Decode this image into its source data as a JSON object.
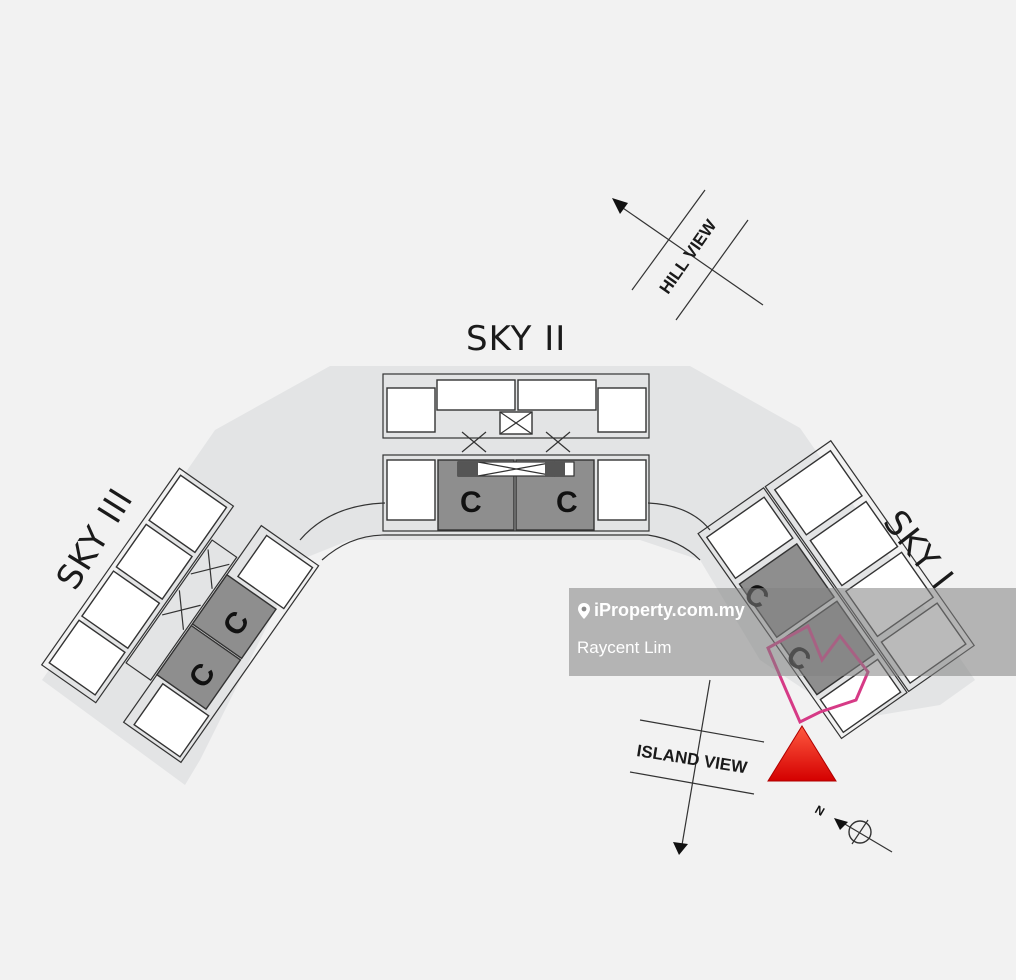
{
  "towers": {
    "sky_ii": "SKY II",
    "sky_iii": "SKY III",
    "sky_i": "SKY I"
  },
  "views": {
    "hill": "HILL VIEW",
    "island": "ISLAND VIEW"
  },
  "units": {
    "sky_ii_left": "C",
    "sky_ii_right": "C",
    "sky_iii_upper": "C",
    "sky_iii_lower": "C",
    "sky_i_upper": "C",
    "sky_i_lower": "C"
  },
  "compass": {
    "north": "N"
  },
  "marker": {
    "color": "#e8120c",
    "highlight_color": "#d63a86"
  },
  "watermark": {
    "brand": "iProperty.com.my",
    "agent": "Raycent Lim"
  }
}
